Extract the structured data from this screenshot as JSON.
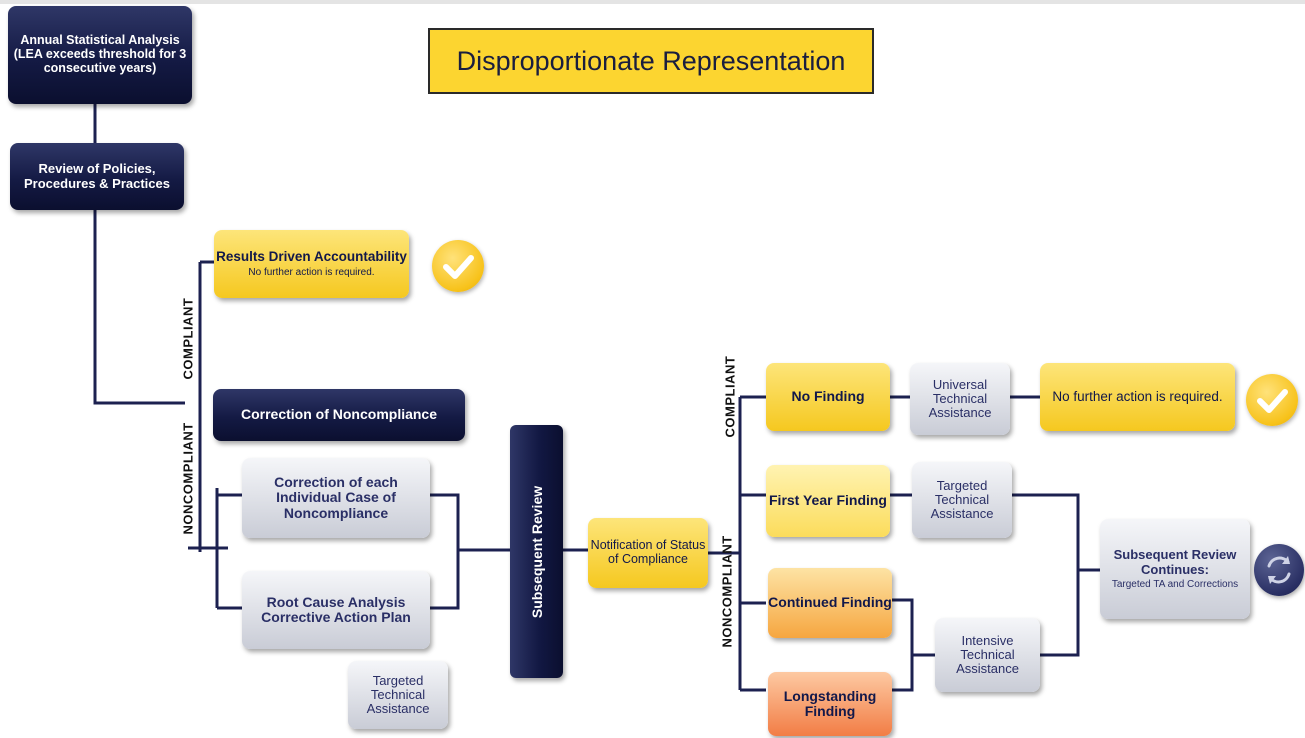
{
  "title": "Disproportionate Representation",
  "left_flow": {
    "annual": "Annual Statistical Analysis (LEA exceeds threshold for 3 consecutive years)",
    "review": "Review of Policies, Procedures & Practices",
    "rda_title": "Results Driven Accountability",
    "rda_sub": "No further action is required.",
    "compliant_label": "COMPLIANT",
    "noncompliant_label": "NONCOMPLIANT",
    "correction_header": "Correction of Noncompliance",
    "individual_case": "Correction of each Individual Case of Noncompliance",
    "root_cause": "Root Cause Analysis Corrective Action Plan",
    "targeted_ta": "Targeted Technical Assistance"
  },
  "subsequent_review": "Subsequent  Review",
  "notification": "Notification of Status of Compliance",
  "right_flow": {
    "compliant_label": "COMPLIANT",
    "noncompliant_label": "NONCOMPLIANT",
    "no_finding": "No Finding",
    "universal_ta": "Universal Technical Assistance",
    "no_further": "No further action is required.",
    "first_year": "First Year Finding",
    "targeted_ta": "Targeted Technical Assistance",
    "continued": "Continued Finding",
    "longstanding": "Longstanding Finding",
    "intensive_ta": "Intensive Technical Assistance",
    "continues_title": "Subsequent Review Continues:",
    "continues_sub": "Targeted TA and Corrections"
  },
  "icons": [
    "checkmark-icon",
    "checkmark-icon",
    "cycle-icon"
  ],
  "colors": {
    "navy": "#141a44",
    "yellow": "#f5c81f",
    "orange": "#f6a640",
    "red_orange": "#f27d45",
    "connector": "#1c2150"
  }
}
